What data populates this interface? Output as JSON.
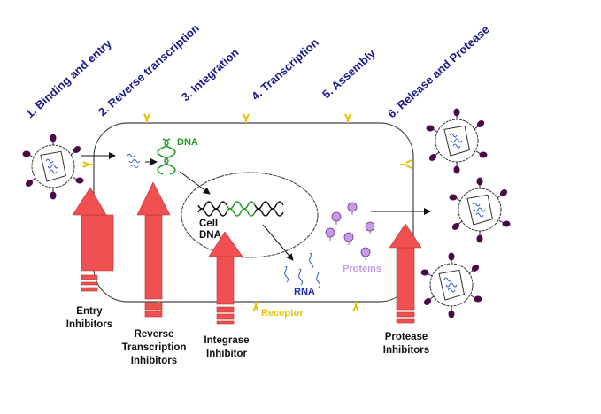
{
  "diagram": {
    "title": "HIV life cycle and drug targets",
    "stages": [
      {
        "label": "1. Binding and entry"
      },
      {
        "label": "2. Reverse transcription"
      },
      {
        "label": "3. Integration"
      },
      {
        "label": "4. Transcription"
      },
      {
        "label": "5. Assembly"
      },
      {
        "label": "6. Release and Protease"
      }
    ],
    "labels": {
      "viral_dna": "DNA",
      "cell_dna_line1": "Cell",
      "cell_dna_line2": "DNA",
      "rna": "RNA",
      "proteins": "Proteins",
      "receptor": "Receptor"
    },
    "inhibitors": [
      {
        "lines": [
          "Entry",
          "Inhibitors"
        ]
      },
      {
        "lines": [
          "Reverse",
          "Transcription",
          "Inhibitors"
        ]
      },
      {
        "lines": [
          "Integrase",
          "Inhibitor"
        ]
      },
      {
        "lines": [
          "Protease",
          "Inhibitors"
        ]
      }
    ],
    "colors": {
      "stage_text": "#1a1a8c",
      "inhibitor_arrow": "#f05050",
      "dna_green": "#1f9a1f",
      "rna_blue": "#1c2fb0",
      "protein_purple": "#c79ae6",
      "receptor_yellow": "#e8c000",
      "virus_spike": "#4a0a4a"
    }
  }
}
